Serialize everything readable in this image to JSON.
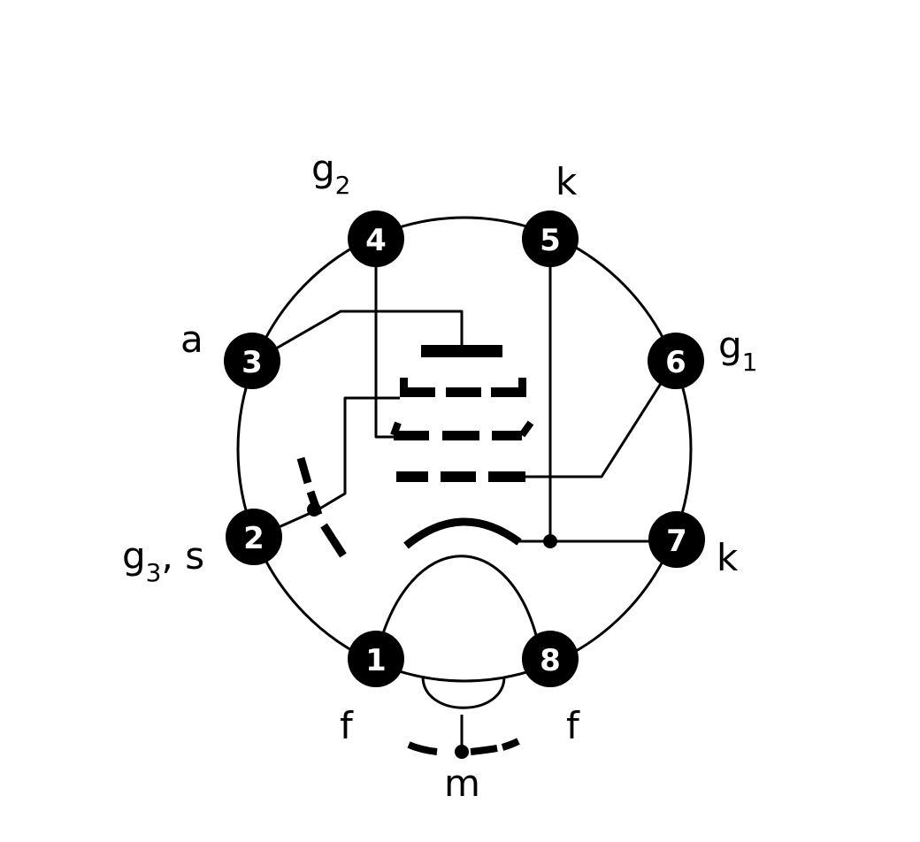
{
  "pins": [
    {
      "number": "1",
      "label": "f",
      "sub": ""
    },
    {
      "number": "2",
      "label": "g",
      "sub": "3",
      "suffix": ", s"
    },
    {
      "number": "3",
      "label": "a",
      "sub": ""
    },
    {
      "number": "4",
      "label": "g",
      "sub": "2"
    },
    {
      "number": "5",
      "label": "k",
      "sub": ""
    },
    {
      "number": "6",
      "label": "g",
      "sub": "1"
    },
    {
      "number": "7",
      "label": "k",
      "sub": ""
    },
    {
      "number": "8",
      "label": "f",
      "sub": ""
    }
  ],
  "center_tap_label": "m"
}
